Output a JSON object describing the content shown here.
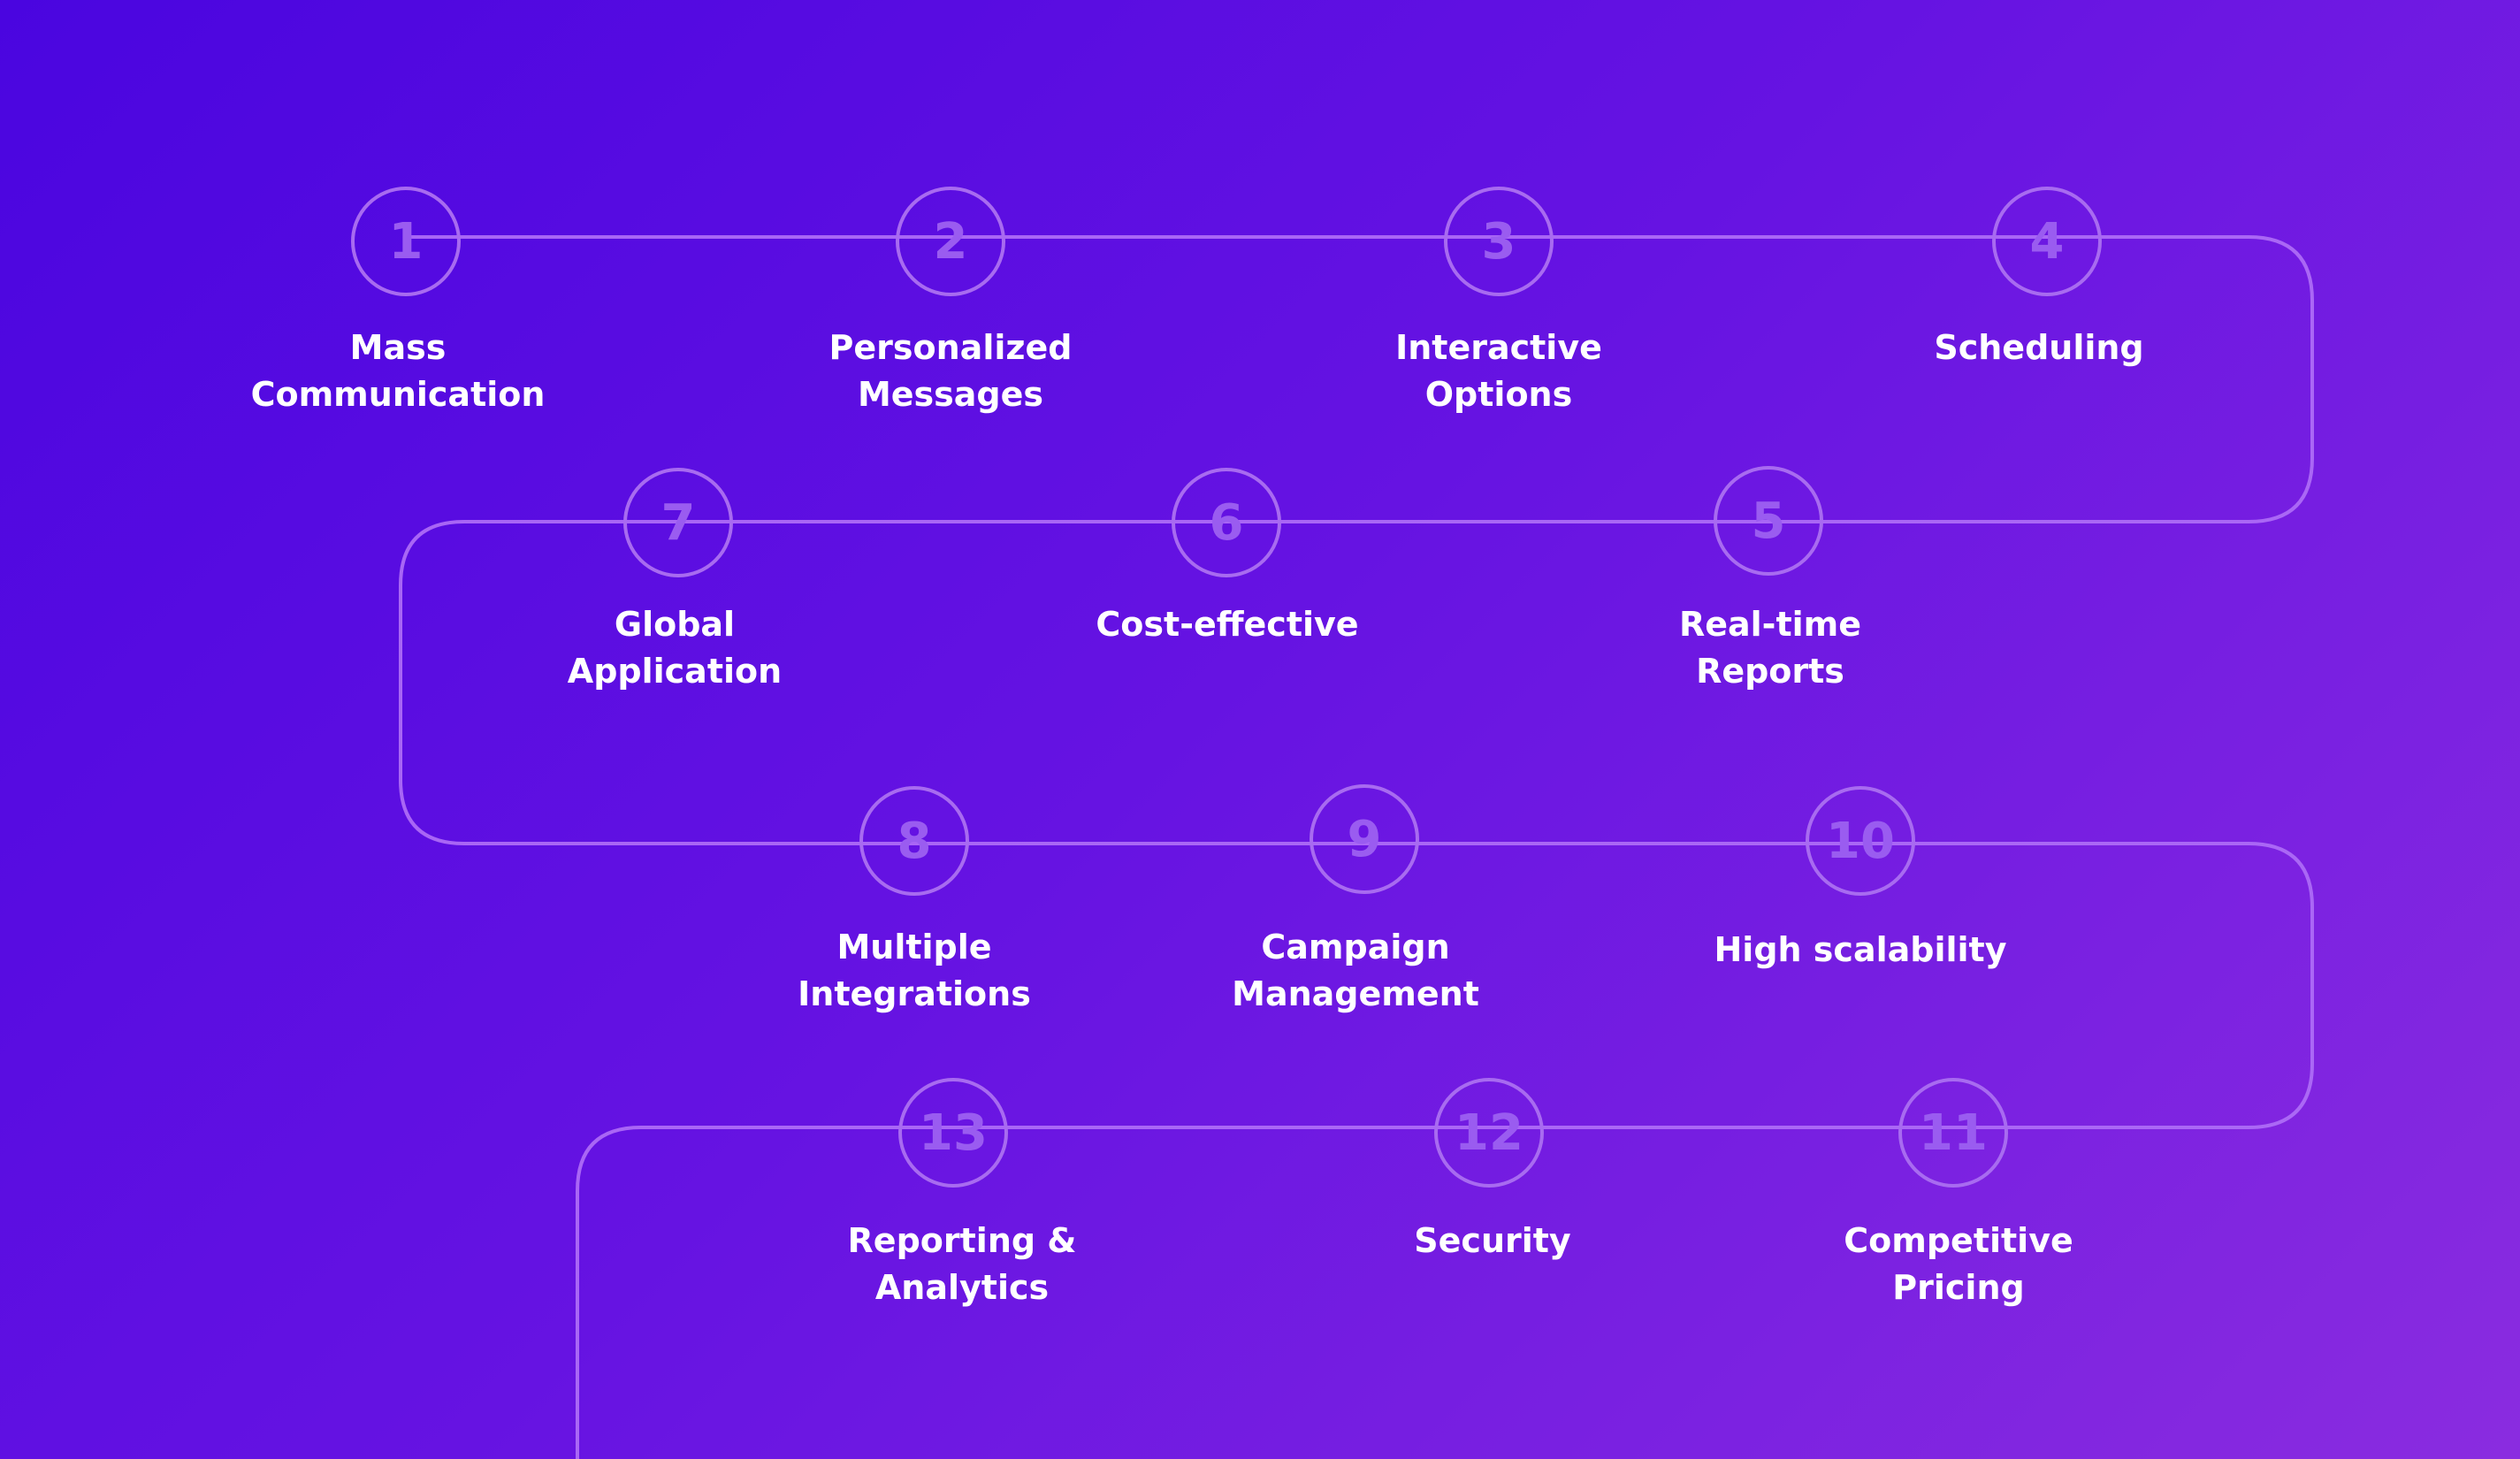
{
  "theme": {
    "gradient_start": "#4a05e0",
    "gradient_mid": "#6613e2",
    "gradient_end": "#8a2ce0",
    "line_color": "#ad6cf5",
    "circle_color": "#a86bf0",
    "number_color": "#9a5cf0",
    "label_color": "#ffffff"
  },
  "steps": [
    {
      "number": "1",
      "label": "Mass\nCommunication"
    },
    {
      "number": "2",
      "label": "Personalized\nMessages"
    },
    {
      "number": "3",
      "label": "Interactive\nOptions"
    },
    {
      "number": "4",
      "label": "Scheduling"
    },
    {
      "number": "5",
      "label": "Real-time\nReports"
    },
    {
      "number": "6",
      "label": "Cost-effective"
    },
    {
      "number": "7",
      "label": "Global\nApplication"
    },
    {
      "number": "8",
      "label": "Multiple\nIntegrations"
    },
    {
      "number": "9",
      "label": "Campaign\nManagement"
    },
    {
      "number": "10",
      "label": "High scalability"
    },
    {
      "number": "11",
      "label": "Competitive\nPricing"
    },
    {
      "number": "12",
      "label": "Security"
    },
    {
      "number": "13",
      "label": "Reporting &\nAnalytics"
    }
  ]
}
